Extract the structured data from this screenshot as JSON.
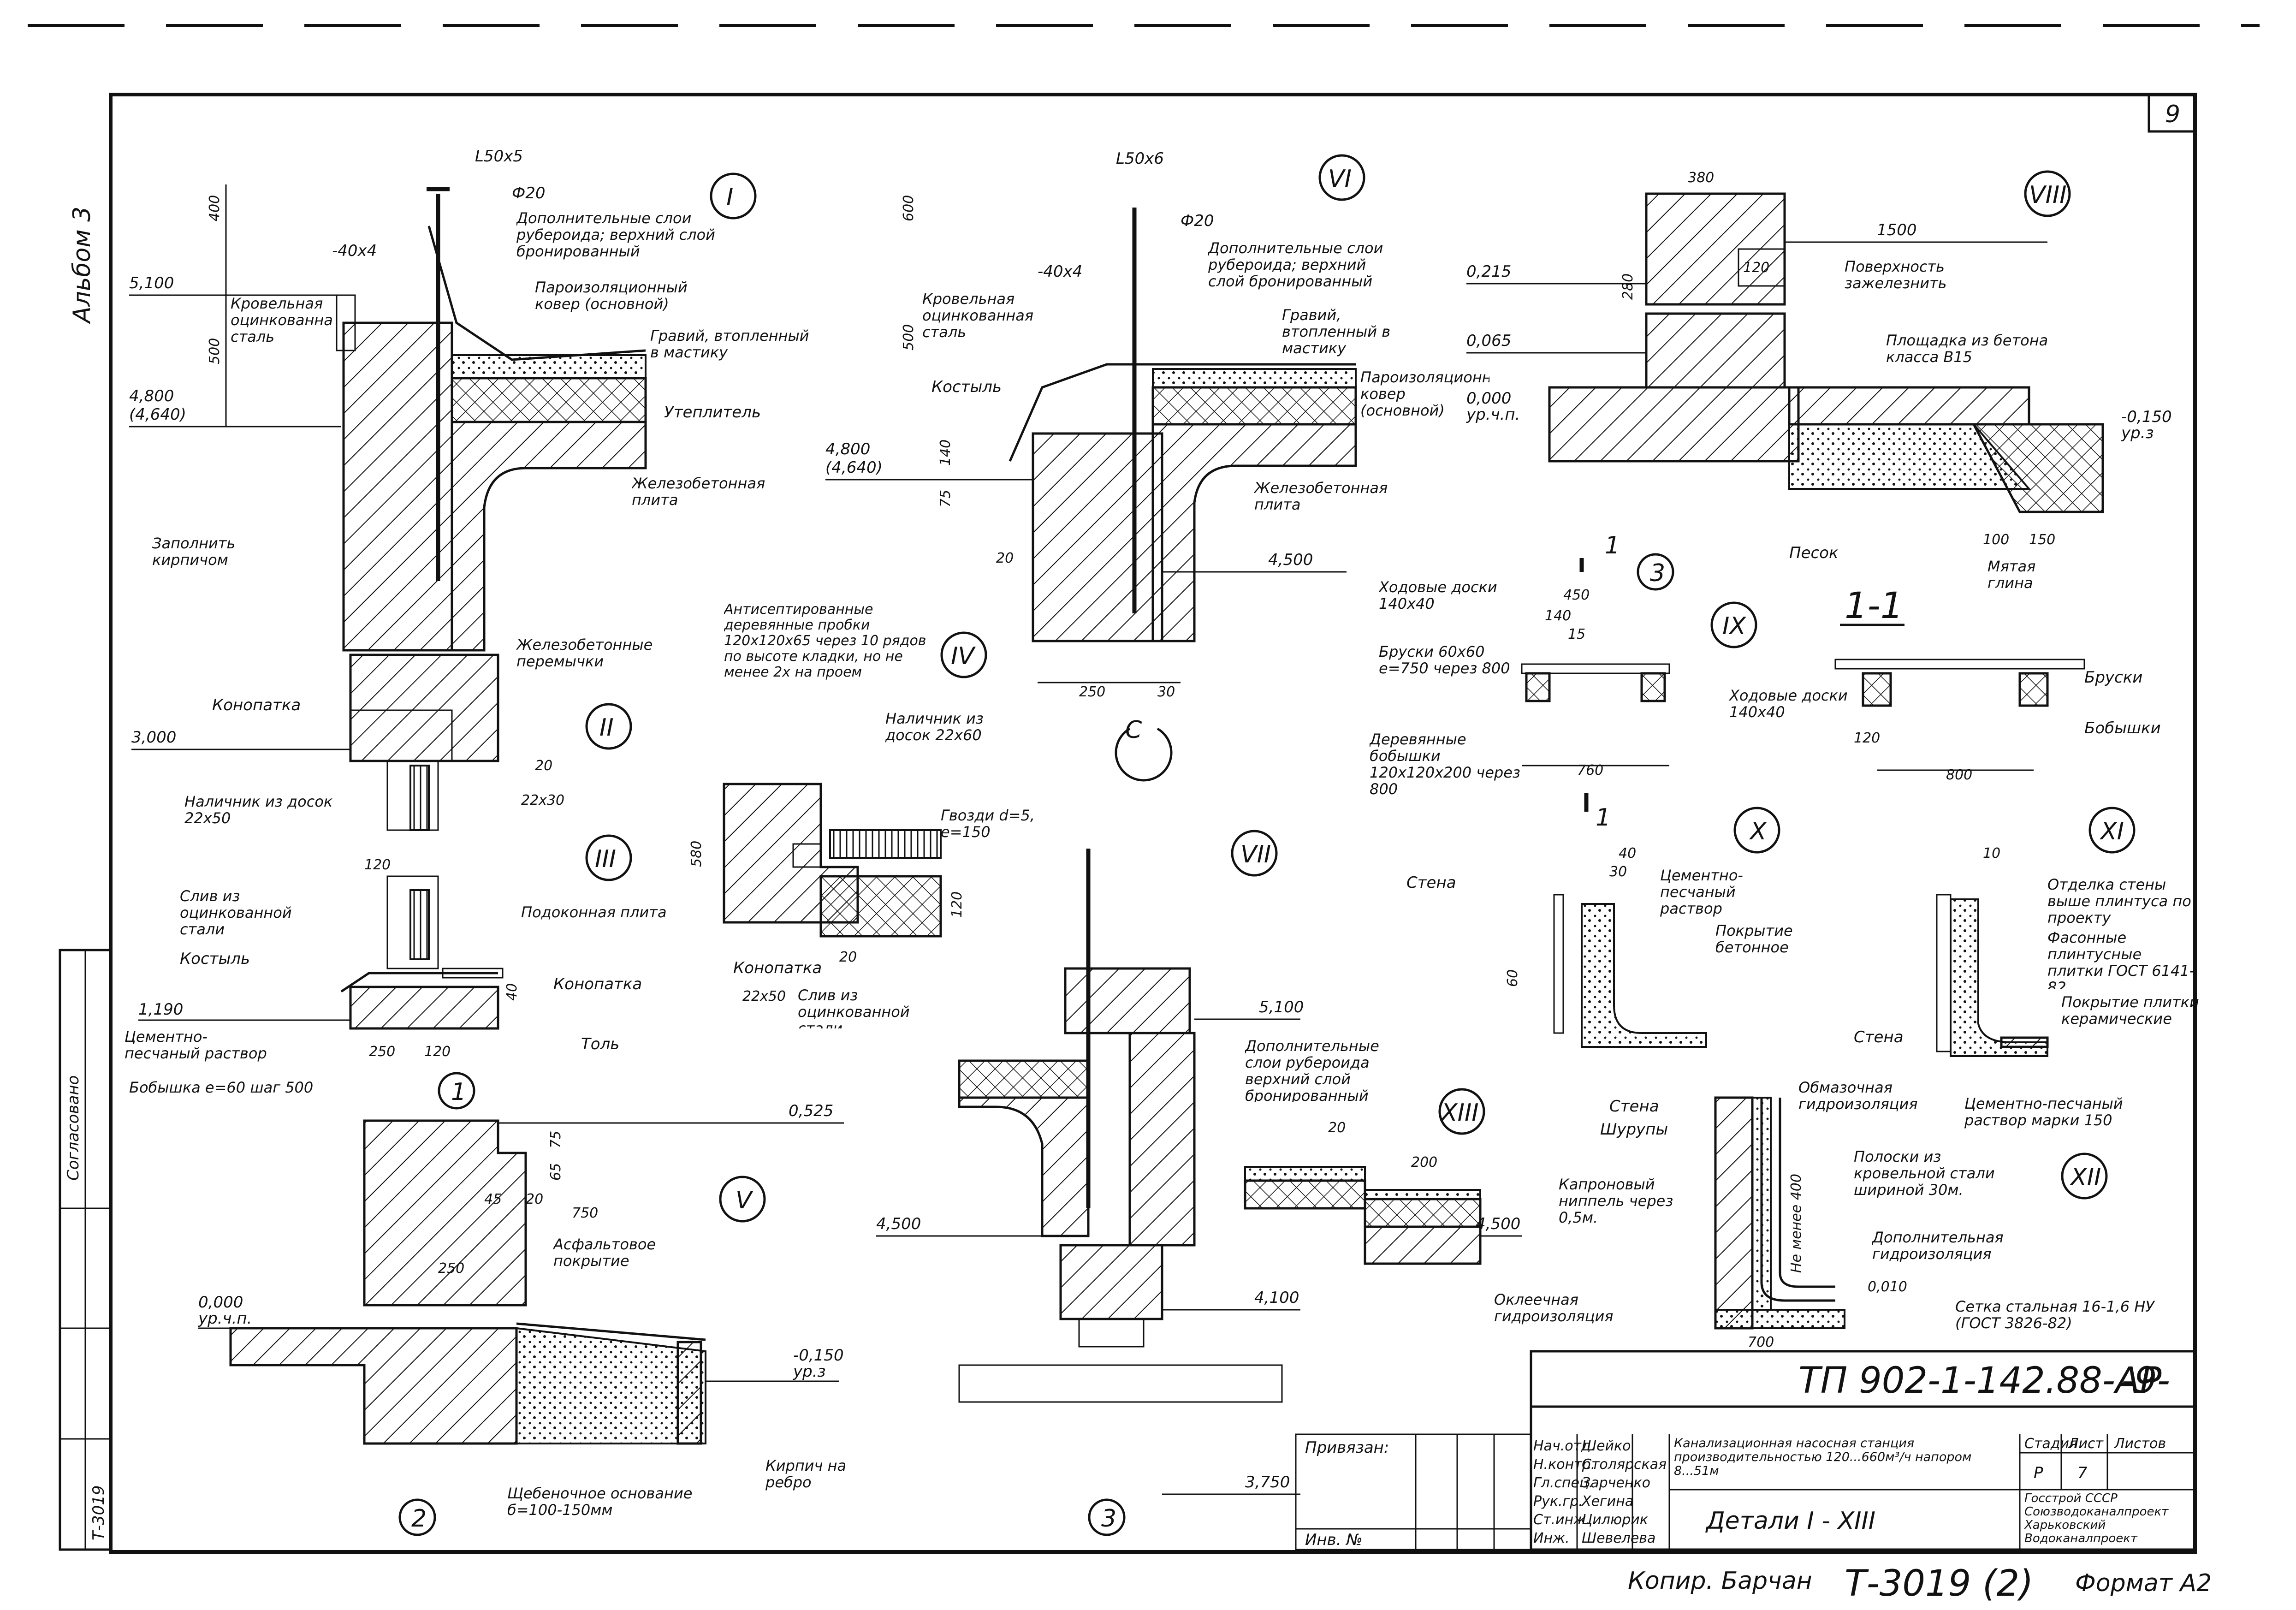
{
  "sheet": {
    "page_number": "9",
    "album": "Альбом 3",
    "drawing_code": "ТП 902-1-142.88-АР",
    "sheet_mark": "-9-",
    "stamp_bottom": "Т-3019 (2)",
    "format": "Формат А2",
    "copied_by": "Копир. Барчан",
    "left_stamp_code": "Т-3019",
    "left_stamp_text": "Согласовано"
  },
  "title_block": {
    "project": "Канализационная насосная станция производительностью 120...660м³/ч напором 8...51м",
    "sheet_title": "Детали I - XIII",
    "stage_header": "Стадия",
    "sheet_header": "Лист",
    "sheets_header": "Листов",
    "stage": "Р",
    "sheet": "7",
    "org": "Госстрой СССР Союзводоканалпроект Харьковский Водоканалпроект",
    "privyazan": "Привязан:",
    "inv": "Инв. №",
    "people": [
      {
        "role": "Нач.отд.",
        "name": "Шейко"
      },
      {
        "role": "Н.контр.",
        "name": "Столярская"
      },
      {
        "role": "Гл.спец.",
        "name": "Зарченко"
      },
      {
        "role": "Рук.гр.",
        "name": "Хегина"
      },
      {
        "role": "Ст.инж.",
        "name": "Цилюрик"
      },
      {
        "role": "Инж.",
        "name": "Шевелева"
      }
    ]
  },
  "details": {
    "I": {
      "num": "I",
      "labels": {
        "angle": "L50x5",
        "rod": "Ф20",
        "strip": "-40x4",
        "extra_layers": "Дополнительные слои рубероида; верхний слой бронированный",
        "vapor": "Пароизоляционный ковер (основной)",
        "gravel": "Гравий, втопленный в мастику",
        "insul": "Утеплитель",
        "roof_steel": "Кровельная оцинкованная сталь",
        "slab": "Железобетонная плита",
        "fill": "Заполнить кирпичом",
        "lvl1": "5,100",
        "lvl2": "4,800",
        "lvl2b": "(4,640)",
        "d400": "400",
        "d500": "500"
      }
    },
    "II": {
      "num": "II",
      "labels": {
        "lintel": "Железобетонные перемычки",
        "caulk": "Конопатка",
        "nal": "Наличник из досок 22x50",
        "lvl": "3,000",
        "d20": "20",
        "d22": "22x30",
        "d120": "120"
      }
    },
    "III": {
      "num": "III",
      "labels": {
        "drip": "Слив из оцинкованной стали",
        "brace": "Костыль",
        "sill": "Подоконная плита",
        "caulk": "Конопатка",
        "tol": "Толь",
        "mortar": "Цементно-песчаный раствор",
        "boss": "Бобышка е=60 шаг 500",
        "lvl": "1,190",
        "d250": "250",
        "d120": "120",
        "d40": "40",
        "cut": "1"
      }
    },
    "IV": {
      "num": "IV",
      "labels": {
        "plugs": "Антисептированные деревянные пробки 120x120x65 через 10 рядов по высоте кладки, но не менее 2х на проем",
        "nal": "Наличник из досок 22x60",
        "nails": "Гвозди d=5, е=150",
        "caulk": "Конопатка",
        "size": "22x50",
        "drip": "Слив из оцинкованной стали",
        "d580": "580",
        "d20": "20",
        "d120": "120"
      }
    },
    "V": {
      "num": "V",
      "labels": {
        "asphalt": "Асфальтовое покрытие",
        "gravel": "Щебеночное основание б=100-150мм",
        "brick": "Кирпич на ребро",
        "lvl1": "0,525",
        "lvl0": "0,000",
        "lvl0b": "ур.ч.п.",
        "lvl_neg": "-0,150",
        "lvl_neg_b": "ур.з",
        "d750": "750",
        "d250": "250",
        "d20": "20",
        "d45": "45",
        "d65": "65",
        "d75": "75",
        "cut": "2"
      }
    },
    "VI": {
      "num": "VI",
      "labels": {
        "angle": "L50x6",
        "rod": "Ф20",
        "strip": "-40x4",
        "extra_layers": "Дополнительные слои рубероида; верхний слой бронированный",
        "gravel": "Гравий, втопленный в мастику",
        "roof_steel": "Кровельная оцинкованная сталь",
        "brace": "Костыль",
        "vapor": "Пароизоляционный ковер (основной)",
        "slab": "Железобетонная плита",
        "lvl1": "4,800",
        "lvl1b": "(4,640)",
        "lvl2": "4,500",
        "d600": "600",
        "d500": "500",
        "d140": "140",
        "d75": "75",
        "d20": "20",
        "d250": "250",
        "d30": "30",
        "cut": "С"
      }
    },
    "VII": {
      "num": "VII",
      "labels": {
        "lvl1": "5,100",
        "lvl2": "4,500",
        "lvl3": "4,100",
        "lvl4": "3,750",
        "cut": "3"
      }
    },
    "VIII": {
      "num": "VIII",
      "labels": {
        "surface": "Поверхность зажелезнить",
        "platform": "Площадка из бетона класса В15",
        "sand": "Песок",
        "clay": "Мятая глина",
        "lvl1": "0,215",
        "lvl2": "0,065",
        "lvl3": "0,000",
        "lvl3b": "ур.ч.п.",
        "lvl4": "-0,150",
        "lvl4b": "ур.з",
        "d380": "380",
        "d1500": "1500",
        "d120": "120",
        "d280": "280",
        "d100": "100",
        "d150": "150",
        "cut": "3",
        "sec": "1"
      }
    },
    "IX": {
      "num": "IX",
      "labels": {
        "boards": "Ходовые доски 140x40",
        "bars": "Бруски 60x60 е=750 через 800",
        "bosses": "Деревянные бобышки 120x120x200 через 800",
        "d450": "450",
        "d140": "140",
        "d15": "15",
        "d760": "760",
        "sec": "1"
      }
    },
    "S11": {
      "labels": {
        "title": "1-1",
        "boards": "Ходовые доски 140x40",
        "bars": "Бруски",
        "bosses": "Бобышки",
        "d800": "800",
        "d120": "120"
      }
    },
    "X": {
      "num": "X",
      "labels": {
        "wall": "Стена",
        "mortar": "Цементно-песчаный раствор",
        "cover": "Покрытие бетонное",
        "d40": "40",
        "d30": "30",
        "d60": "60"
      }
    },
    "XI": {
      "num": "XI",
      "labels": {
        "finish": "Отделка стены выше плинтуса по проекту",
        "tiles": "Фасонные плинтусные плитки ГОСТ 6141-82",
        "cover": "Покрытие плитки керамические",
        "wall": "Стена",
        "mortar": "Цементно-песчаный раствор марки 150",
        "d10": "10"
      }
    },
    "XII": {
      "num": "XII",
      "labels": {
        "coat": "Обмазочная гидроизоляция",
        "wall": "Стена",
        "screws": "Шурупы",
        "strips": "Полоски из кровельной стали шириной 30м.",
        "nipple": "Капроновый ниппель через 0,5м.",
        "extra": "Дополнительная гидроизоляция",
        "lining": "Оклеечная гидроизоляция",
        "mesh": "Сетка стальная 16-1,6 НУ (ГОСТ 3826-82)",
        "not_less": "Не менее 400",
        "lvl": "0,010",
        "d700": "700"
      }
    },
    "XIII": {
      "num": "XIII",
      "labels": {
        "extra_layers": "Дополнительные слои рубероида верхний слой бронированный",
        "lvl": "4,500",
        "d20": "20",
        "d200": "200"
      }
    }
  }
}
